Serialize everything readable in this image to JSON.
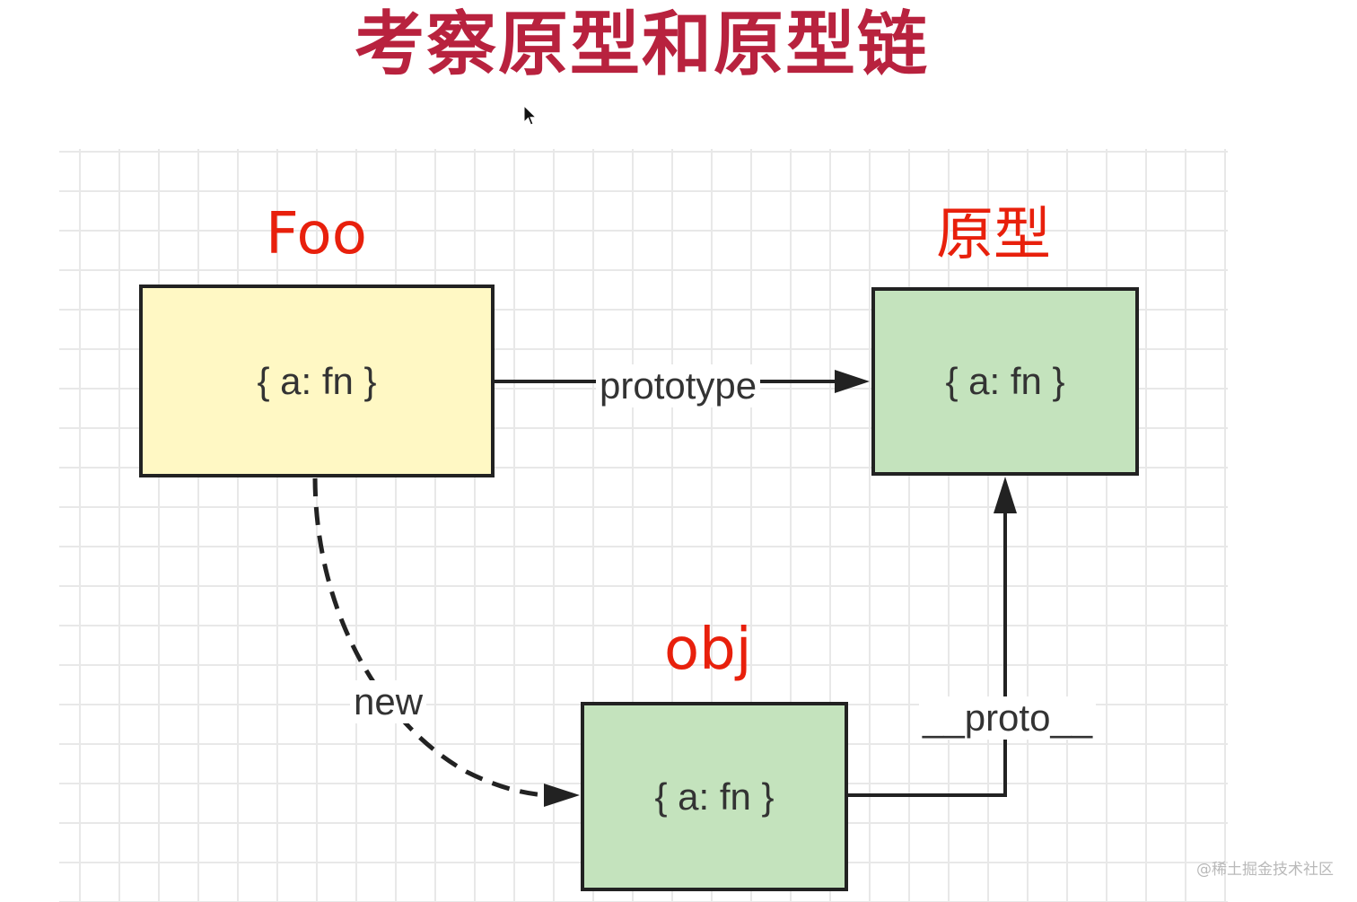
{
  "title": "考察原型和原型链",
  "nodes": {
    "foo": {
      "label": "Foo",
      "content": "{ a: fn }",
      "fill": "#fff8c4"
    },
    "prototype": {
      "label": "原型",
      "content": "{ a: fn }",
      "fill": "#c4e3bd"
    },
    "obj": {
      "label": "obj",
      "content": "{ a: fn }",
      "fill": "#c4e3bd"
    }
  },
  "edges": {
    "prototype": {
      "label": "prototype",
      "from": "Foo",
      "to": "原型"
    },
    "new": {
      "label": "new",
      "from": "Foo",
      "to": "obj",
      "style": "dashed"
    },
    "proto": {
      "label": "__proto__",
      "from": "obj",
      "to": "原型"
    }
  },
  "colors": {
    "title": "#b8223e",
    "node_title": "#e8200c",
    "border": "#222222"
  },
  "watermark": "@稀土掘金技术社区"
}
